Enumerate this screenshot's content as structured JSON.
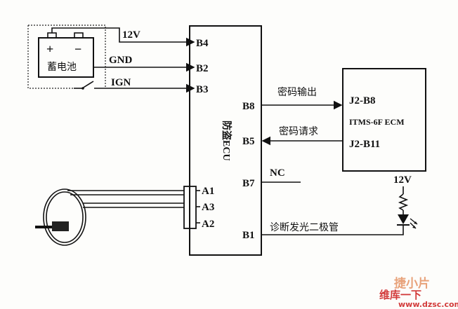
{
  "battery": {
    "plus": "+",
    "minus": "−",
    "label": "蓄电池"
  },
  "supply_label": "12V",
  "ecu": {
    "name": "防盗ECU",
    "pins_left": {
      "b4": "B4",
      "b2": "B2",
      "b3": "B3",
      "a1": "A1",
      "a3": "A3",
      "a2": "A2"
    },
    "pins_right": {
      "b8": "B8",
      "b5": "B5",
      "b7": "B7",
      "b1": "B1"
    }
  },
  "wires": {
    "gnd": "GND",
    "ign": "IGN",
    "code_out": "密码输出",
    "code_req": "密码请求",
    "nc": "NC",
    "diag_led": "诊断发光二极管"
  },
  "ecm": {
    "name": "ITMS-6F ECM",
    "pin_top": "J2-B8",
    "pin_bottom": "J2-B11"
  },
  "led_supply": "12V",
  "watermark": {
    "site": "www.dzsc.com",
    "slogan": "维库一下",
    "badge": "捷小片"
  }
}
